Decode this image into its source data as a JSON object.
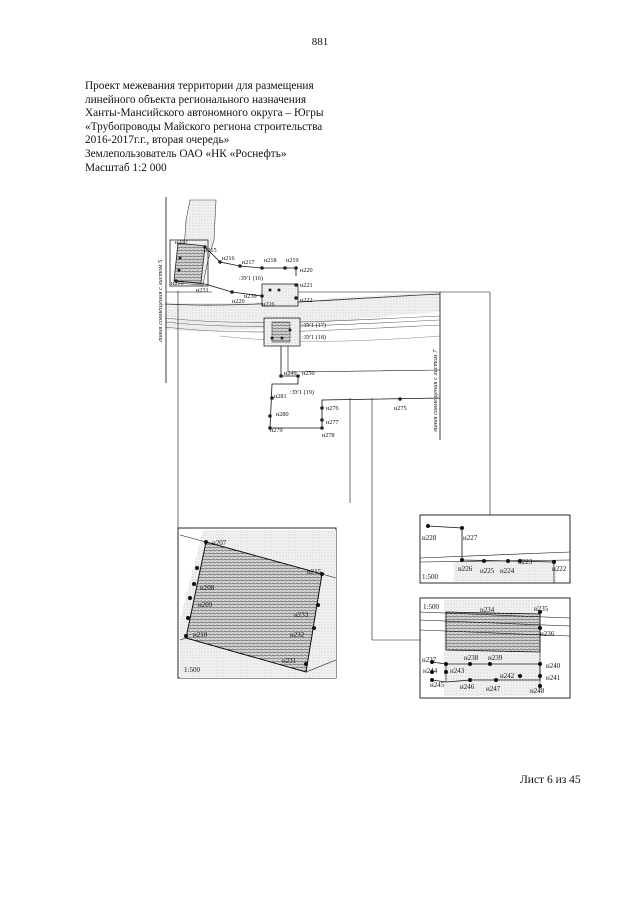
{
  "page_number": "881",
  "header": {
    "lines": [
      "Проект межевания территории для размещения",
      "линейного объекта регионального назначения",
      "Ханты-Мансийского автономного округа – Югры",
      "«Трубопроводы Майского региона строительства",
      "2016-2017г.г., вторая очередь»",
      "Землепользователь ОАО «НК «Роснефть»",
      "Масштаб 1:2 000"
    ]
  },
  "main_map": {
    "match_line_left": "линия совмещения с листом 5",
    "match_line_right": "линия совмещения с листом 7",
    "parcels": [
      ":ЗУ1 (16)",
      ":ЗУ1 (17)",
      ":ЗУ1 (18)",
      ":ЗУ1 (19)"
    ],
    "points": {
      "n207": "н207",
      "n215": "н215",
      "n216": "н216",
      "n217": "н217",
      "n218": "н218",
      "n219": "н219",
      "n220": "н220",
      "n221": "н221",
      "n222": "н222",
      "n210": "н210",
      "n231": "н231",
      "n230": "н230",
      "n229": "н229",
      "n226": "н226",
      "n249": "н249",
      "n250": "н250",
      "n281": "н281",
      "n280": "н280",
      "n279": "н279",
      "n276": "н276",
      "n277": "н277",
      "n278": "н278",
      "n275": "н275"
    }
  },
  "inset_left": {
    "scale": "1:500",
    "points": {
      "n207": "н207",
      "n208": "н208",
      "n209": "н209",
      "n210": "н210",
      "n215": "н215",
      "n233": "н233",
      "n232": "н232",
      "n231": "н231"
    }
  },
  "inset_top_right": {
    "scale": "1:500",
    "points": {
      "n228": "н228",
      "n227": "н227",
      "n223": "н223",
      "n226": "н226",
      "n225": "н225",
      "n224": "н224",
      "n222": "н222"
    }
  },
  "inset_bottom_right": {
    "scale": "1:500",
    "points": {
      "n234": "н234",
      "n235": "н235",
      "n236": "н236",
      "n237": "н237",
      "n238": "н238",
      "n239": "н239",
      "n240": "н240",
      "n244": "н244",
      "n243": "н243",
      "n242": "н242",
      "n241": "н241",
      "n245": "н245",
      "n246": "н246",
      "n247": "н247",
      "n248": "н248"
    }
  },
  "footer": "Лист 6 из 45"
}
